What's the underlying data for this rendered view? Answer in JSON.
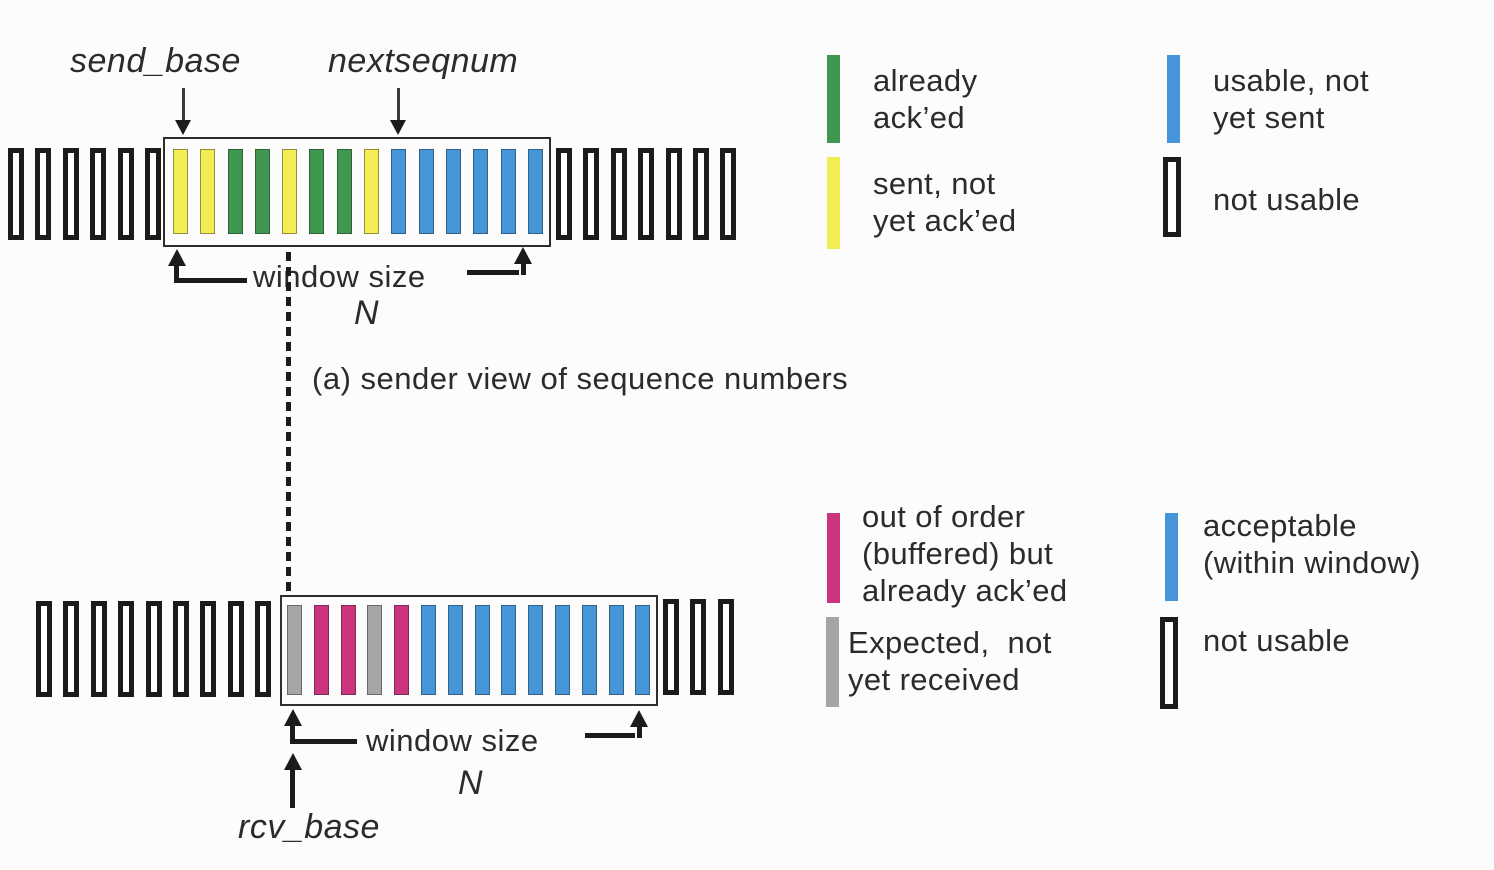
{
  "colors": {
    "green": "#3f9750",
    "yellow": "#f2ec55",
    "blue": "#4595d8",
    "pink": "#cc357e",
    "gray": "#a5a5a5",
    "outline": "#1b1b1b",
    "ink": "#2b2b2b"
  },
  "sender_view": {
    "send_base_label": "send_base",
    "nextseqnum_label": "nextseqnum",
    "window_size_label": "window size",
    "window_n": "N",
    "caption": "(a) sender view of sequence numbers",
    "left_not_usable_count": 6,
    "right_not_usable_count": 7,
    "window_slots": [
      "yellow",
      "yellow",
      "green",
      "green",
      "yellow",
      "green",
      "green",
      "yellow",
      "blue",
      "blue",
      "blue",
      "blue",
      "blue",
      "blue"
    ]
  },
  "receiver_view": {
    "rcv_base_label": "rcv_base",
    "window_size_label": "window size",
    "window_n": "N",
    "left_not_usable_count": 9,
    "right_not_usable_count": 3,
    "window_slots": [
      "gray",
      "pink",
      "pink",
      "gray",
      "pink",
      "blue",
      "blue",
      "blue",
      "blue",
      "blue",
      "blue",
      "blue",
      "blue",
      "blue"
    ]
  },
  "sender_legend": {
    "already_acked": {
      "swatch": "green",
      "lines": [
        "already",
        "ack’ed"
      ]
    },
    "sent_not_acked": {
      "swatch": "yellow",
      "lines": [
        "sent, not",
        "yet ack’ed"
      ]
    },
    "usable_not_sent": {
      "swatch": "blue",
      "lines": [
        "usable, not",
        "yet sent"
      ]
    },
    "not_usable": {
      "swatch": "outline",
      "lines": [
        "not usable"
      ]
    }
  },
  "receiver_legend": {
    "out_of_order": {
      "swatch": "pink",
      "lines": [
        "out of order",
        "(buffered) but",
        "already ack’ed"
      ]
    },
    "expected_not_received": {
      "swatch": "gray",
      "lines": [
        "Expected,  not",
        "yet received"
      ]
    },
    "acceptable": {
      "swatch": "blue",
      "lines": [
        "acceptable",
        "(within window)"
      ]
    },
    "not_usable": {
      "swatch": "outline",
      "lines": [
        "not usable"
      ]
    }
  }
}
